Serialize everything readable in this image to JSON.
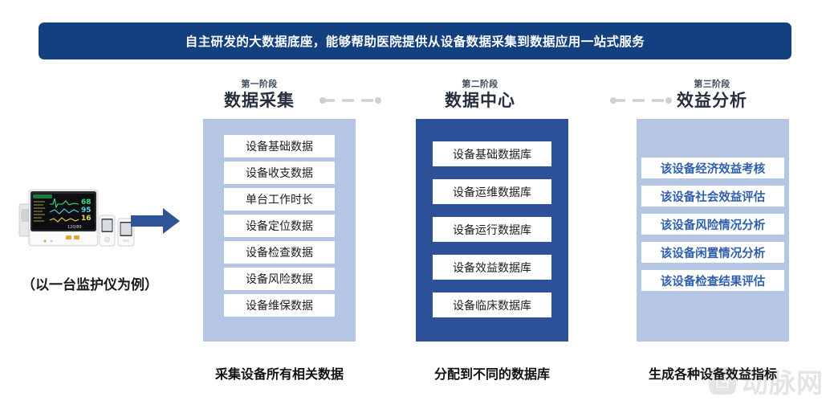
{
  "banner": {
    "text": "自主研发的大数据底座，能够帮助医院提供从设备数据采集到数据应用一站式服务"
  },
  "left": {
    "device_icon": "patient-monitor",
    "caption": "（以一台监护仪为例）",
    "arrow_icon": "right-arrow",
    "arrow_color": "#2f5496"
  },
  "connectors": [
    {
      "name": "connector-phase1-phase2",
      "style": "dashed",
      "color": "#cfcfcf"
    },
    {
      "name": "connector-phase2-phase3",
      "style": "dashed",
      "color": "#cfcfcf"
    }
  ],
  "phases": [
    {
      "stage_label": "第一阶段",
      "title": "数据采集",
      "panel_color": "#b4c6e3",
      "chip_text_color": "#1d1d1d",
      "items": [
        "设备基础数据",
        "设备收支数据",
        "单台工作时长",
        "设备定位数据",
        "设备检查数据",
        "设备风险数据",
        "设备维保数据"
      ],
      "caption": "采集设备所有相关数据"
    },
    {
      "stage_label": "第二阶段",
      "title": "数据中心",
      "panel_color": "#2d5198",
      "chip_text_color": "#1d1d1d",
      "items": [
        "设备基础数据库",
        "设备运维数据库",
        "设备运行数据库",
        "设备效益数据库",
        "设备临床数据库"
      ],
      "caption": "分配到不同的数据库"
    },
    {
      "stage_label": "第三阶段",
      "title": "效益分析",
      "panel_color": "#b4c6e3",
      "chip_text_color": "#2f5fad",
      "items": [
        "该设备经济效益考核",
        "该设备社会效益评估",
        "该设备风险情况分析",
        "该设备闲置情况分析",
        "该设备检查结果评估"
      ],
      "caption": "生成各种设备效益指标"
    }
  ],
  "watermark": {
    "logo_glyph": "◳",
    "text": "动脉网"
  },
  "colors": {
    "banner_bg": "#124080",
    "panel_light": "#b4c6e3",
    "panel_dark": "#2d5198",
    "accent_blue": "#2f5fad",
    "title_text": "#262f3d"
  }
}
